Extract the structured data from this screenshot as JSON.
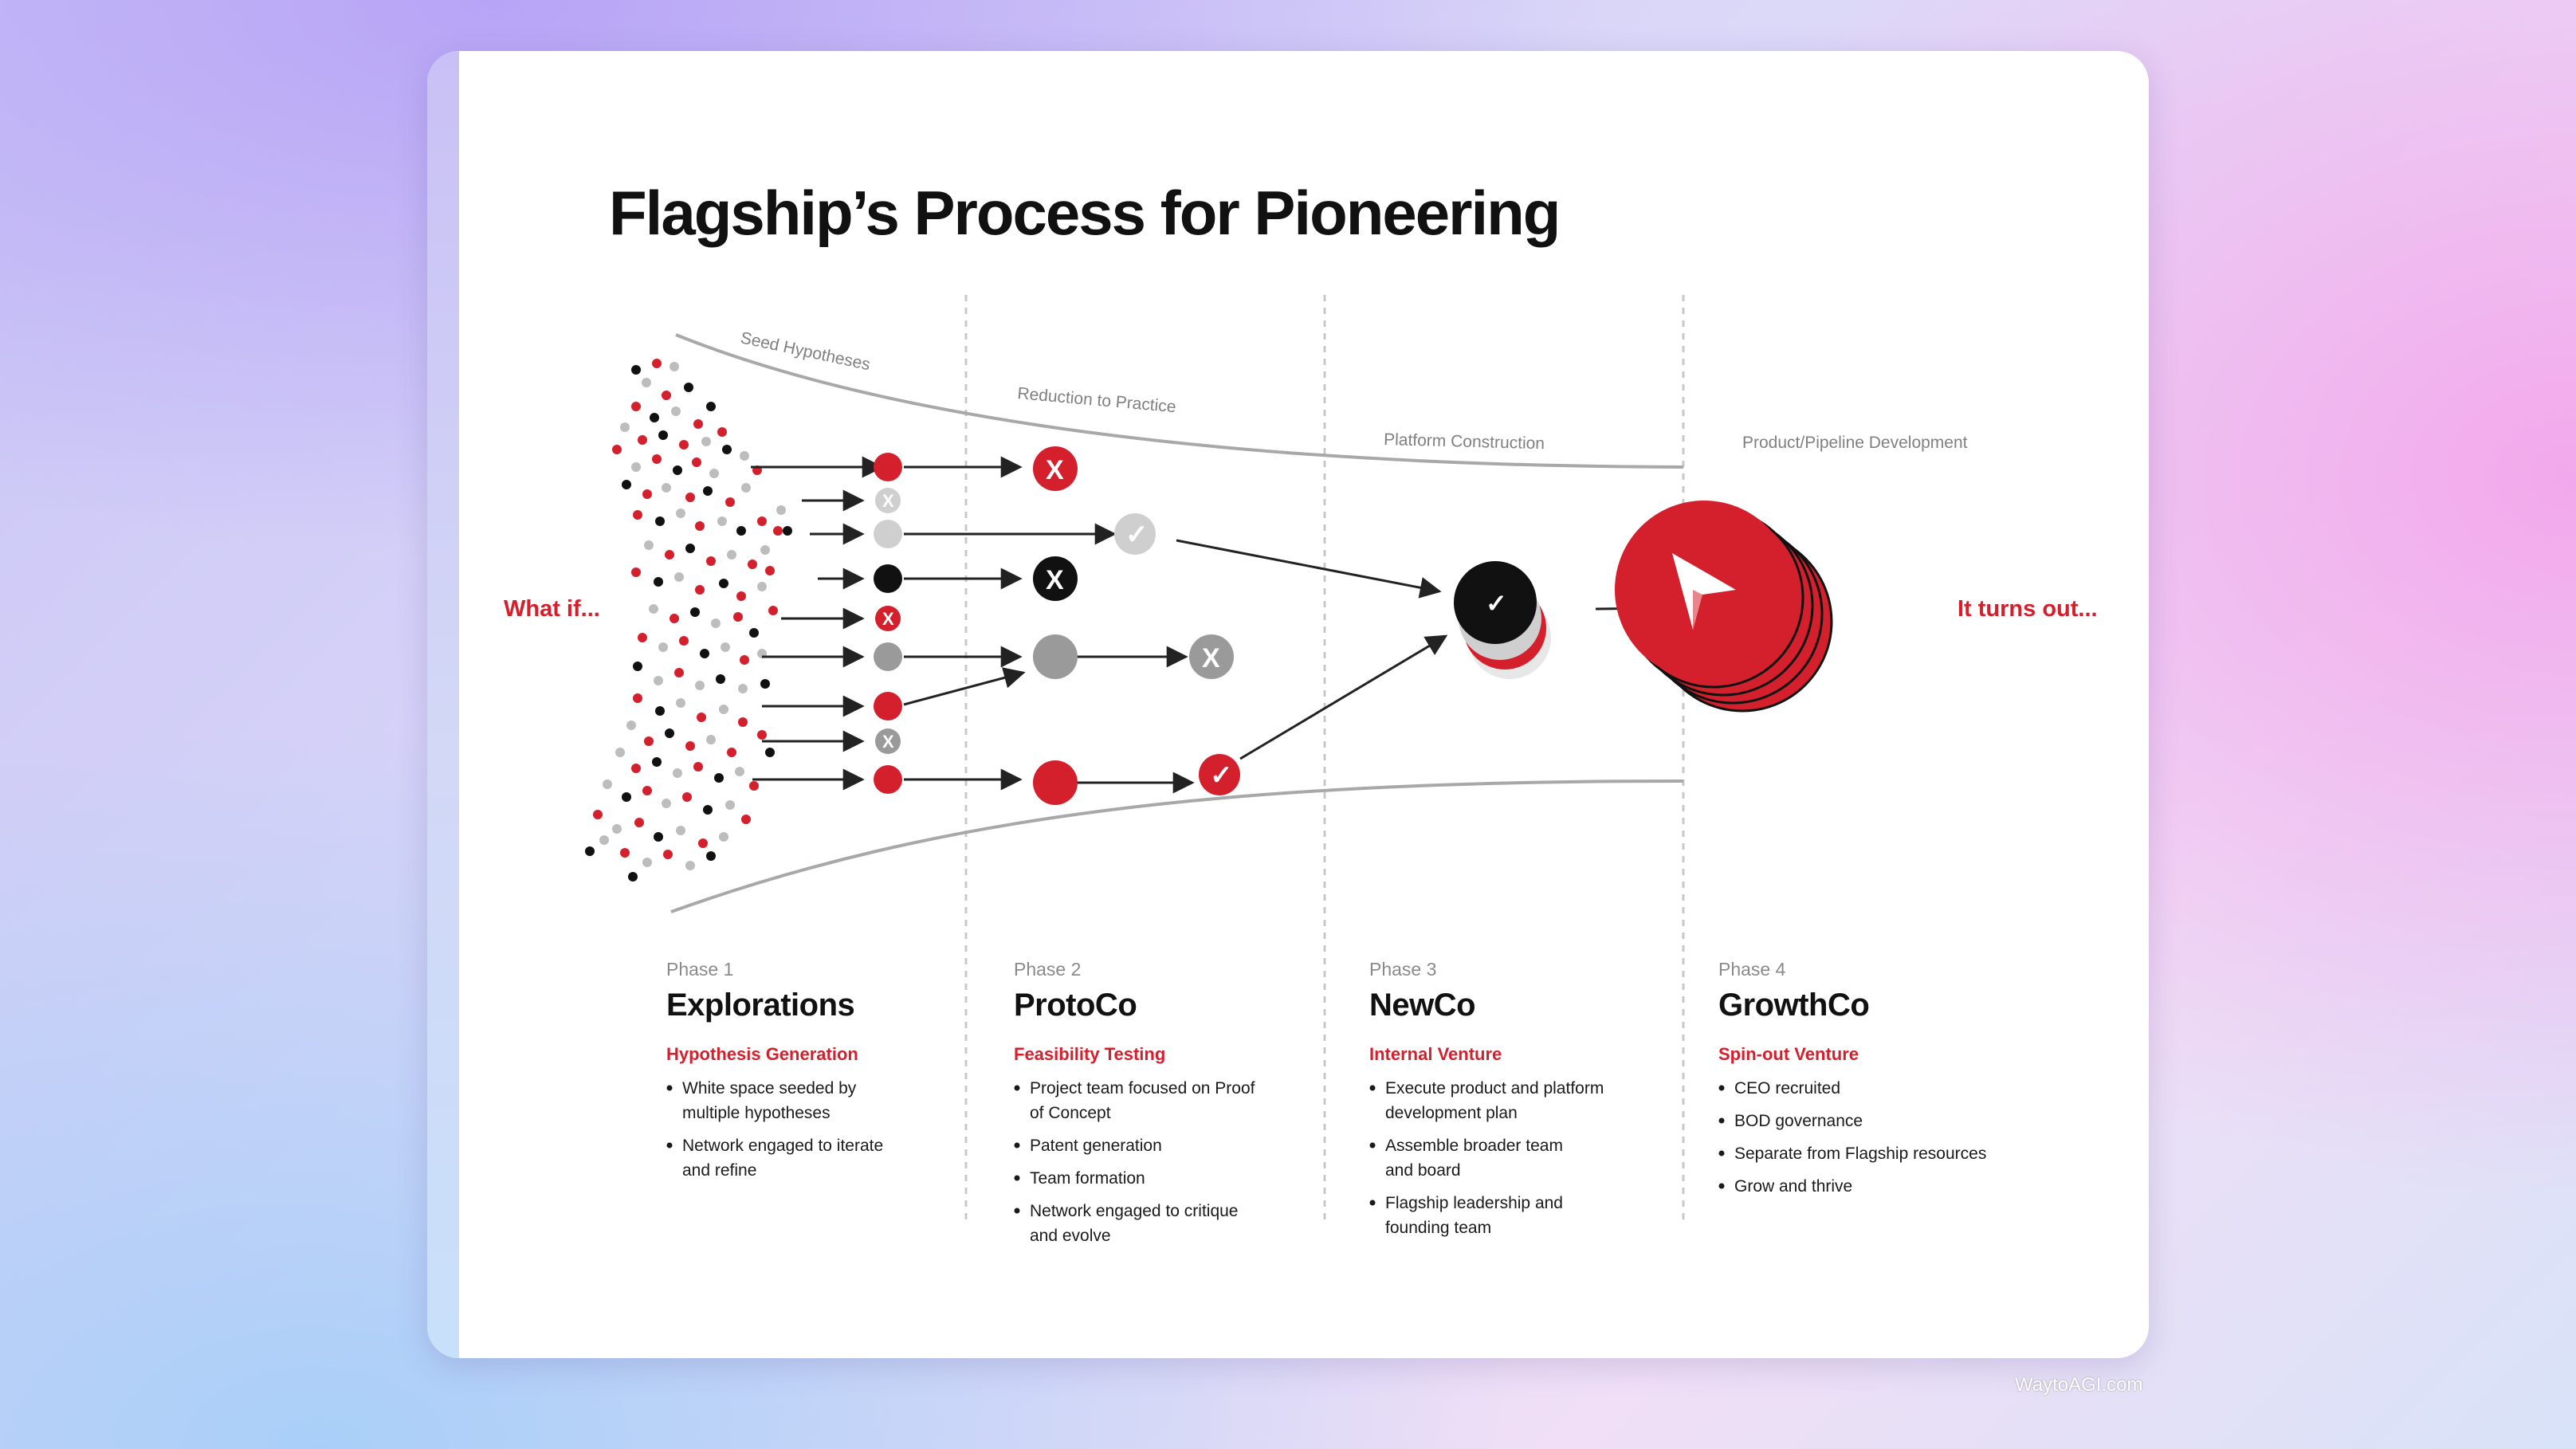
{
  "slide": {
    "title": "Flagship’s Process for Pioneering",
    "start_label": "What if...",
    "end_label": "It turns out...",
    "curve_labels": {
      "seed": "Seed Hypotheses",
      "reduction": "Reduction to Practice",
      "platform": "Platform Construction",
      "product": "Product/Pipeline Development"
    },
    "markers": {
      "reject": "X",
      "accept": "✓"
    }
  },
  "phases": [
    {
      "number": "Phase 1",
      "name": "Explorations",
      "subtitle": "Hypothesis Generation",
      "bullets": [
        [
          "White space seeded by",
          "multiple hypotheses"
        ],
        [
          "Network engaged to iterate",
          "and refine"
        ]
      ]
    },
    {
      "number": "Phase 2",
      "name": "ProtoCo",
      "subtitle": "Feasibility Testing",
      "bullets": [
        [
          "Project team focused on Proof",
          "of Concept"
        ],
        [
          "Patent generation"
        ],
        [
          "Team formation"
        ],
        [
          "Network engaged to critique",
          "and evolve"
        ]
      ]
    },
    {
      "number": "Phase 3",
      "name": "NewCo",
      "subtitle": "Internal Venture",
      "bullets": [
        [
          "Execute product and platform",
          "development plan"
        ],
        [
          "Assemble broader team",
          "and board"
        ],
        [
          "Flagship leadership and",
          "founding team"
        ]
      ]
    },
    {
      "number": "Phase 4",
      "name": "GrowthCo",
      "subtitle": "Spin-out Venture",
      "bullets": [
        [
          "CEO recruited"
        ],
        [
          "BOD governance"
        ],
        [
          "Separate from Flagship resources"
        ],
        [
          "Grow and thrive"
        ]
      ]
    }
  ],
  "watermark": "WaytoAGI.com",
  "colors": {
    "accent_red": "#d3202c",
    "black": "#111111",
    "grey": "#9a9a9a",
    "light_grey": "#cfcfcf"
  }
}
